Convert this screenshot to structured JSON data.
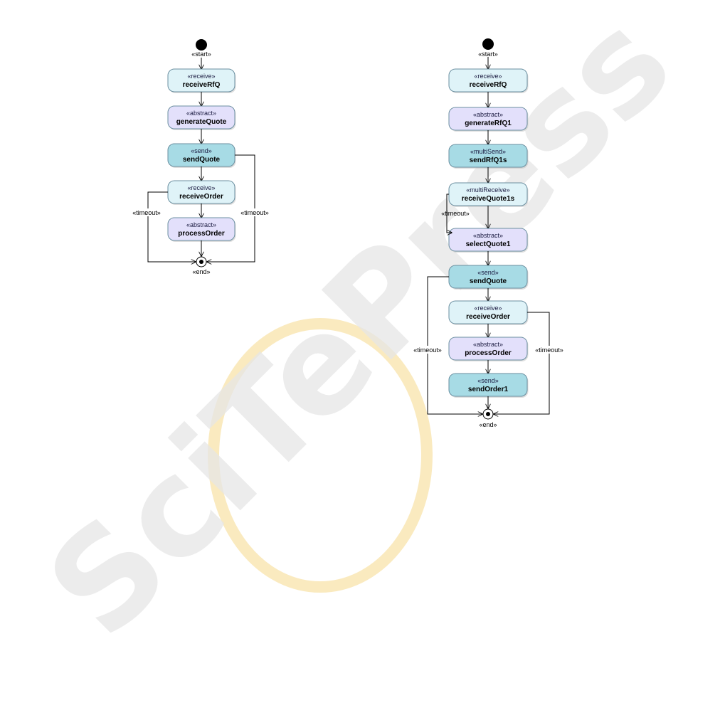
{
  "watermark": {
    "text": "SciTePress",
    "ring_color": "#f6d98a",
    "letter_color": "#e6e6e6"
  },
  "colors": {
    "receive": "#dff3f8",
    "abstract": "#e3e0fb",
    "send": "#a7dbe5",
    "multiSend": "#a7dbe5",
    "multiReceive": "#dff3f8",
    "stroke": "#6b8fa0",
    "line": "#000000"
  },
  "diagrams": [
    {
      "id": "left",
      "start_label": "«start»",
      "end_label": "«end»",
      "nodes": [
        {
          "stereotype": "«receive»",
          "name": "receiveRfQ",
          "kind": "receive"
        },
        {
          "stereotype": "«abstract»",
          "name": "generateQuote",
          "kind": "abstract"
        },
        {
          "stereotype": "«send»",
          "name": "sendQuote",
          "kind": "send"
        },
        {
          "stereotype": "«receive»",
          "name": "receiveOrder",
          "kind": "receive"
        },
        {
          "stereotype": "«abstract»",
          "name": "processOrder",
          "kind": "abstract"
        }
      ],
      "timeouts": [
        {
          "label": "«timeout»",
          "from": "receiveOrder",
          "side": "left"
        },
        {
          "label": "«timeout»",
          "from": "sendQuote",
          "side": "right"
        }
      ]
    },
    {
      "id": "right",
      "start_label": "«start»",
      "end_label": "«end»",
      "nodes": [
        {
          "stereotype": "«receive»",
          "name": "receiveRfQ",
          "kind": "receive"
        },
        {
          "stereotype": "«abstract»",
          "name": "generateRfQ1",
          "kind": "abstract"
        },
        {
          "stereotype": "«multiSend»",
          "name": "sendRfQ1s",
          "kind": "multiSend"
        },
        {
          "stereotype": "«multiReceive»",
          "name": "receiveQuote1s",
          "kind": "multiReceive"
        },
        {
          "stereotype": "«abstract»",
          "name": "selectQuote1",
          "kind": "abstract"
        },
        {
          "stereotype": "«send»",
          "name": "sendQuote",
          "kind": "send"
        },
        {
          "stereotype": "«receive»",
          "name": "receiveOrder",
          "kind": "receive"
        },
        {
          "stereotype": "«abstract»",
          "name": "processOrder",
          "kind": "abstract"
        },
        {
          "stereotype": "«send»",
          "name": "sendOrder1",
          "kind": "send"
        }
      ],
      "timeouts": [
        {
          "label": "«timeout»",
          "from": "receiveQuote1s",
          "side": "left"
        },
        {
          "label": "«timeout»",
          "from": "sendQuote",
          "side": "left"
        },
        {
          "label": "«timeout»",
          "from": "receiveOrder",
          "side": "right"
        }
      ]
    }
  ]
}
